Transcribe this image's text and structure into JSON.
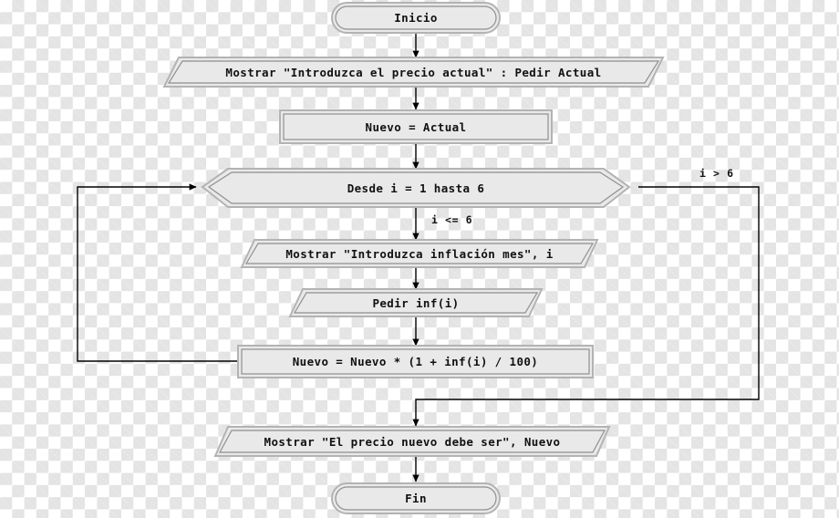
{
  "diagram": {
    "title": "Flujograma calculo de precio con inflacion",
    "language": "es",
    "colors": {
      "fill": "#e9e9e9",
      "outer_border": "#b3b3b3",
      "inner_border": "#8f8f8f",
      "connector": "#000000",
      "text": "#111111",
      "canvas": "transparent-checkerboard"
    },
    "nodes": [
      {
        "id": "start",
        "shape": "terminator",
        "label": "Inicio"
      },
      {
        "id": "io1",
        "shape": "parallelogram",
        "label": "Mostrar \"Introduzca el precio actual\" : Pedir Actual"
      },
      {
        "id": "assign1",
        "shape": "rectangle",
        "label": "Nuevo = Actual"
      },
      {
        "id": "loop",
        "shape": "hexagon",
        "label": "Desde i = 1 hasta 6"
      },
      {
        "id": "io2",
        "shape": "parallelogram",
        "label": "Mostrar \"Introduzca inflación mes\", i"
      },
      {
        "id": "io3",
        "shape": "parallelogram",
        "label": "Pedir inf(i)"
      },
      {
        "id": "assign2",
        "shape": "rectangle",
        "label": "Nuevo = Nuevo * (1 + inf(i) / 100)"
      },
      {
        "id": "io4",
        "shape": "parallelogram",
        "label": "Mostrar \"El precio nuevo debe ser\", Nuevo"
      },
      {
        "id": "end",
        "shape": "terminator",
        "label": "Fin"
      }
    ],
    "edge_labels": [
      {
        "id": "loop-exit-label",
        "label": "i > 6"
      },
      {
        "id": "loop-enter-label",
        "label": "i <= 6"
      }
    ]
  }
}
